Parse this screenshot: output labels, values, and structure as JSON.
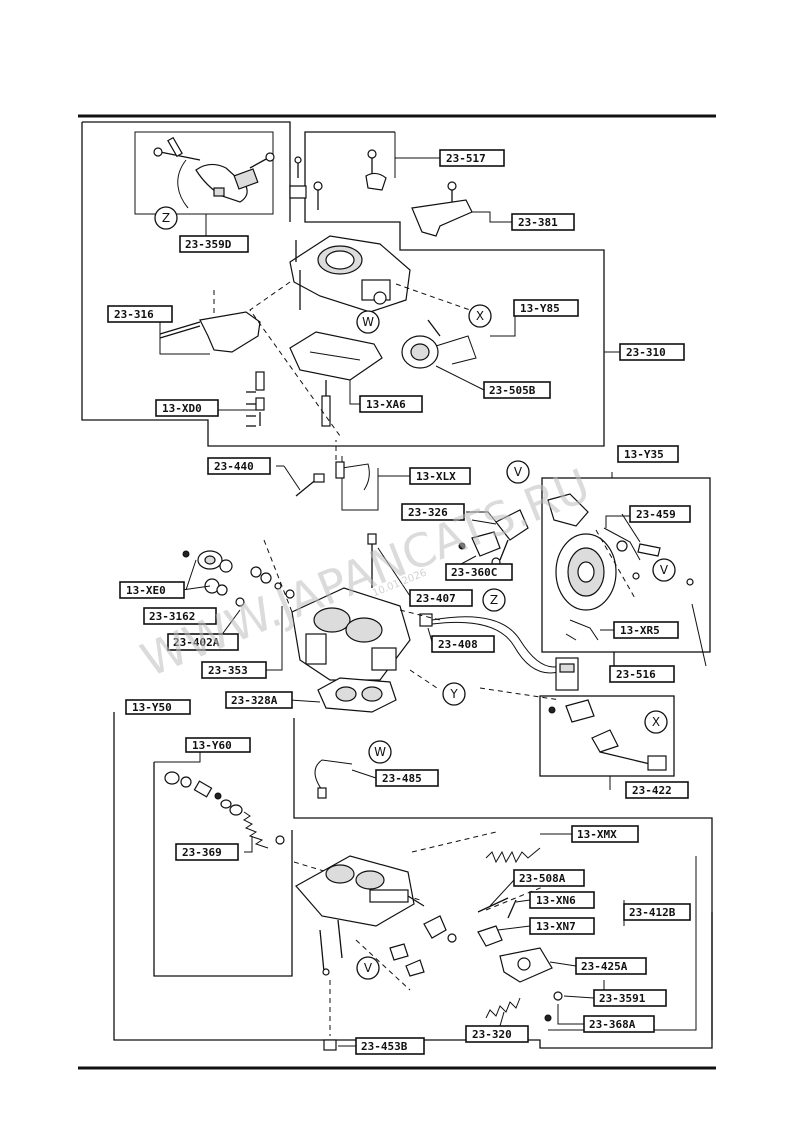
{
  "diagram": {
    "labels": {
      "l23_517": "23-517",
      "l23_381": "23-381",
      "l23_359D": "23-359D",
      "l23_316": "23-316",
      "l13_Y85": "13-Y85",
      "l23_310": "23-310",
      "l23_505B": "23-505B",
      "l13_XD0": "13-XD0",
      "l13_XA6": "13-XA6",
      "l13_Y35": "13-Y35",
      "l23_440": "23-440",
      "l13_XLX": "13-XLX",
      "l23_326": "23-326",
      "l23_459": "23-459",
      "l23_360C": "23-360C",
      "l13_XE0": "13-XE0",
      "l23_407": "23-407",
      "l23_3162": "23-3162",
      "l13_XR5": "13-XR5",
      "l23_408": "23-408",
      "l23_402A": "23-402A",
      "l23_516": "23-516",
      "l23_353": "23-353",
      "l23_328A": "23-328A",
      "l13_Y50": "13-Y50",
      "l13_Y60": "13-Y60",
      "l23_422": "23-422",
      "l23_485": "23-485",
      "l23_369": "23-369",
      "l13_XMX": "13-XMX",
      "l23_508A": "23-508A",
      "l13_XN6": "13-XN6",
      "l23_412B": "23-412B",
      "l13_XN7": "13-XN7",
      "l23_425A": "23-425A",
      "l23_3591": "23-3591",
      "l23_368A": "23-368A",
      "l23_320": "23-320",
      "l23_453B": "23-453B"
    },
    "callouts": {
      "z_top": "Z",
      "w_top": "W",
      "x_top": "X",
      "v_mid": "V",
      "v_right": "V",
      "z_mid": "Z",
      "y_mid": "Y",
      "x_bottom": "X",
      "w_bottom": "W",
      "v_bottom": "V"
    },
    "watermark": "WWW.JAPANCATS.RU",
    "watermark_date": "10.01.2026"
  }
}
